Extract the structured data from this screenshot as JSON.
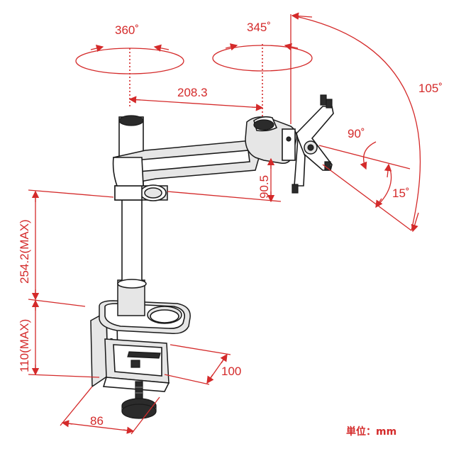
{
  "diagram": {
    "unit_label": "単位：mm",
    "labels": {
      "base_rotation": "360˚",
      "head_rotation": "345˚",
      "tilt_range": "105˚",
      "arm_length": "208.3",
      "swivel": "90˚",
      "tilt_small": "15˚",
      "arm_drop": "90.5",
      "pole_height": "254.2(MAX)",
      "clamp_height": "110(MAX)",
      "clamp_depth": "100",
      "clamp_width": "86"
    },
    "colors": {
      "dimension": "#d42a2a",
      "outline": "#1a1a1a",
      "fill": "#e6e6e6"
    }
  }
}
